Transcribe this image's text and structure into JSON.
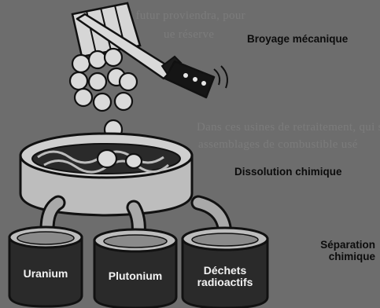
{
  "background_text": [
    "ccéder le futur proviendra, pour",
    "ue réserve",
    "Dans ces usines de retraitement, qui sont",
    "assemblages de combustible usé"
  ],
  "steps": {
    "step1": "Broyage mécanique",
    "step2": "Dissolution chimique",
    "step3_line1": "Séparation",
    "step3_line2": "chimique"
  },
  "tanks": {
    "uranium": "Uranium",
    "plutonium": "Plutonium",
    "waste_line1": "Déchets",
    "waste_line2": "radioactifs"
  }
}
